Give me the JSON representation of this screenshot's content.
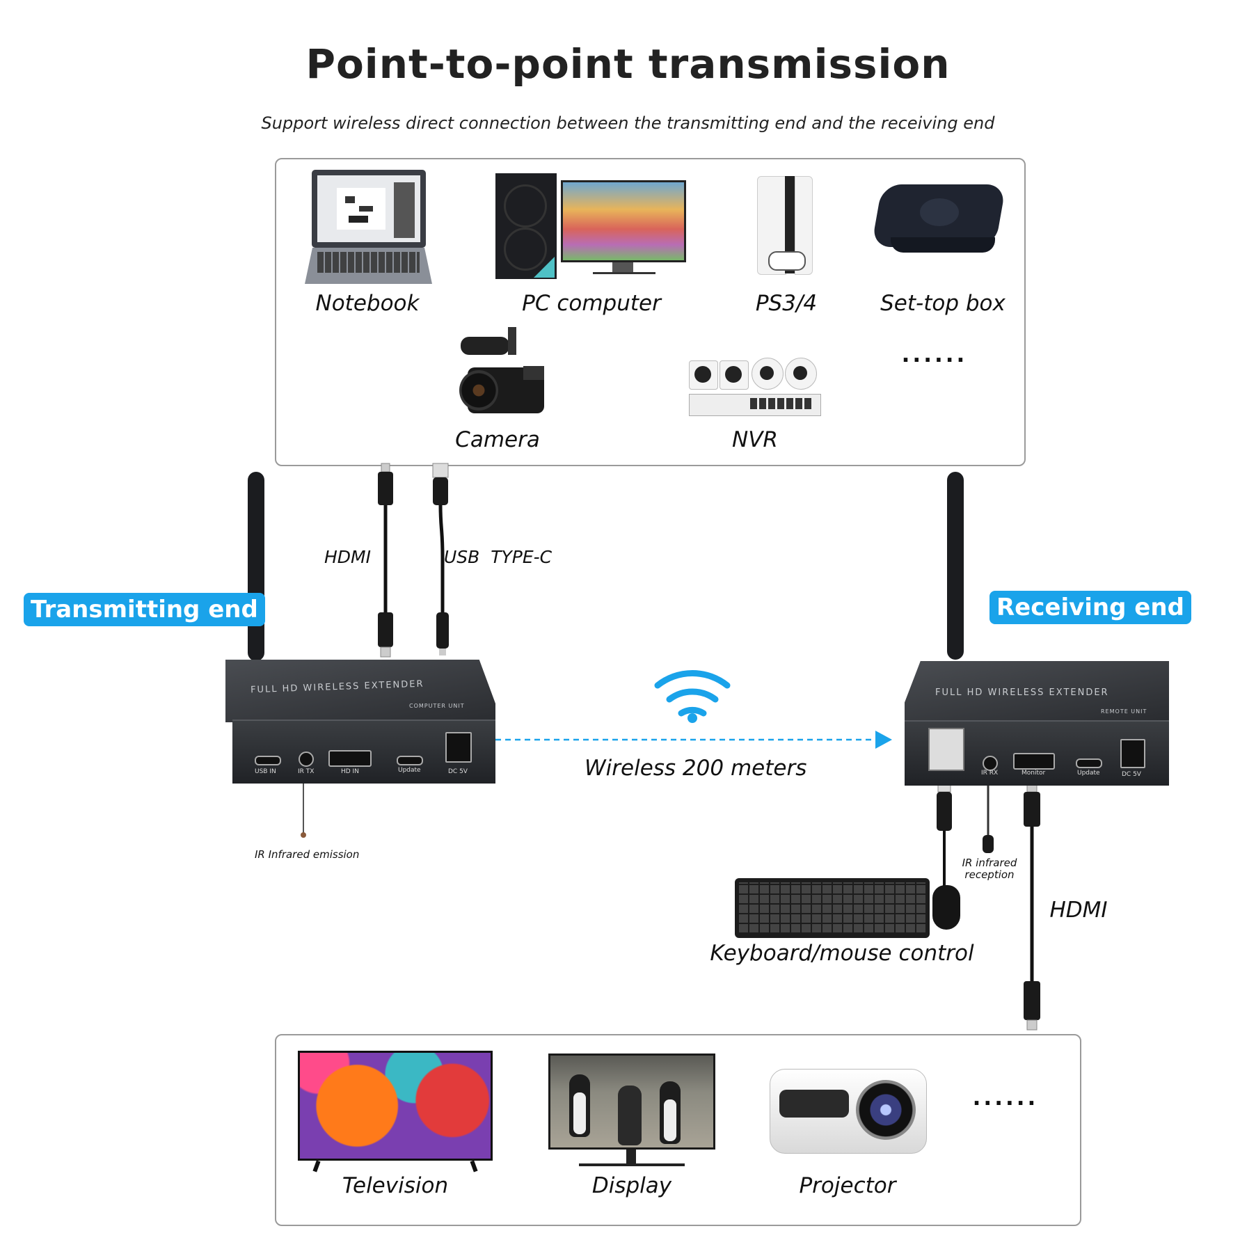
{
  "title": "Point-to-point transmission",
  "subtitle": "Support wireless direct connection between the transmitting end and the receiving end",
  "sources": {
    "items": [
      "Notebook",
      "PC computer",
      "PS3/4",
      "Set-top box",
      "Camera",
      "NVR"
    ],
    "more": "......"
  },
  "transmitter": {
    "badge": "Transmitting end",
    "cable_hdmi": "HDMI",
    "cable_usb": "USB  TYPE-C",
    "panel_text": "FULL HD WIRELESS EXTENDER",
    "unit_text": "COMPUTER UNIT",
    "ports": [
      "USB IN",
      "IR TX",
      "HD IN",
      "Update",
      "DC 5V"
    ],
    "ir_label": "IR Infrared emission"
  },
  "link": {
    "label": "Wireless 200 meters"
  },
  "receiver": {
    "badge": "Receiving end",
    "panel_text": "FULL HD WIRELESS EXTENDER",
    "unit_text": "REMOTE UNIT",
    "ports": [
      "IR RX",
      "Monitor",
      "Update",
      "DC 5V"
    ],
    "ir_label_1": "IR infrared",
    "ir_label_2": "reception",
    "cable_hdmi": "HDMI",
    "kbd_label": "Keyboard/mouse control"
  },
  "outputs": {
    "items": [
      "Television",
      "Display",
      "Projector"
    ],
    "more": "......"
  },
  "colors": {
    "accent": "#1aa3ea",
    "device": "#2a2c30"
  }
}
